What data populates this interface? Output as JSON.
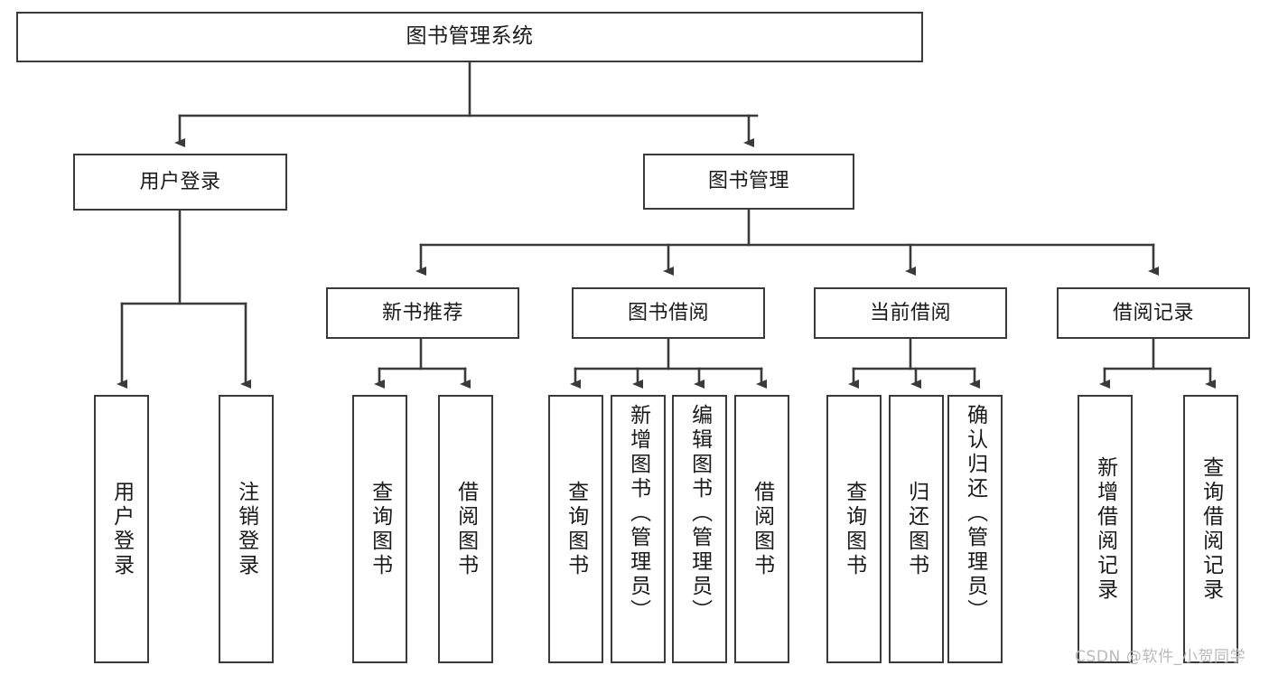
{
  "diagram": {
    "title": "图书管理系统",
    "type": "tree-hierarchy",
    "root": {
      "id": "root",
      "label": "图书管理系统"
    },
    "level1": [
      {
        "id": "user-login",
        "label": "用户登录"
      },
      {
        "id": "book-manage",
        "label": "图书管理"
      }
    ],
    "level2": [
      {
        "id": "new-book-recommend",
        "label": "新书推荐",
        "parent": "book-manage"
      },
      {
        "id": "book-borrow",
        "label": "图书借阅",
        "parent": "book-manage"
      },
      {
        "id": "current-borrow",
        "label": "当前借阅",
        "parent": "book-manage"
      },
      {
        "id": "borrow-record",
        "label": "借阅记录",
        "parent": "book-manage"
      }
    ],
    "leaves": [
      {
        "id": "leaf-user-login",
        "label": "用户登录",
        "parent": "user-login"
      },
      {
        "id": "leaf-logout-login",
        "label": "注销登录",
        "parent": "user-login"
      },
      {
        "id": "leaf-query-book-1",
        "label": "查询图书",
        "parent": "new-book-recommend"
      },
      {
        "id": "leaf-borrow-book-1",
        "label": "借阅图书",
        "parent": "new-book-recommend"
      },
      {
        "id": "leaf-query-book-2",
        "label": "查询图书",
        "parent": "book-borrow"
      },
      {
        "id": "leaf-add-book",
        "label": "新增图书（管理员）",
        "parent": "book-borrow"
      },
      {
        "id": "leaf-edit-book",
        "label": "编辑图书（管理员）",
        "parent": "book-borrow"
      },
      {
        "id": "leaf-borrow-book-2",
        "label": "借阅图书",
        "parent": "book-borrow"
      },
      {
        "id": "leaf-query-book-3",
        "label": "查询图书",
        "parent": "current-borrow"
      },
      {
        "id": "leaf-return-book",
        "label": "归还图书",
        "parent": "current-borrow"
      },
      {
        "id": "leaf-confirm-return",
        "label": "确认归还（管理员）",
        "parent": "current-borrow"
      },
      {
        "id": "leaf-add-record",
        "label": "新增借阅记录",
        "parent": "borrow-record"
      },
      {
        "id": "leaf-query-record",
        "label": "查询借阅记录",
        "parent": "borrow-record"
      }
    ],
    "watermark": "CSDN @软件_小贺同学",
    "colors": {
      "line": "#3a3a3a",
      "box_border": "#3a3a3a",
      "box_fill": "#ffffff",
      "text": "#1a1a1a",
      "background": "#ffffff",
      "watermark": "#b9b9b9"
    }
  }
}
